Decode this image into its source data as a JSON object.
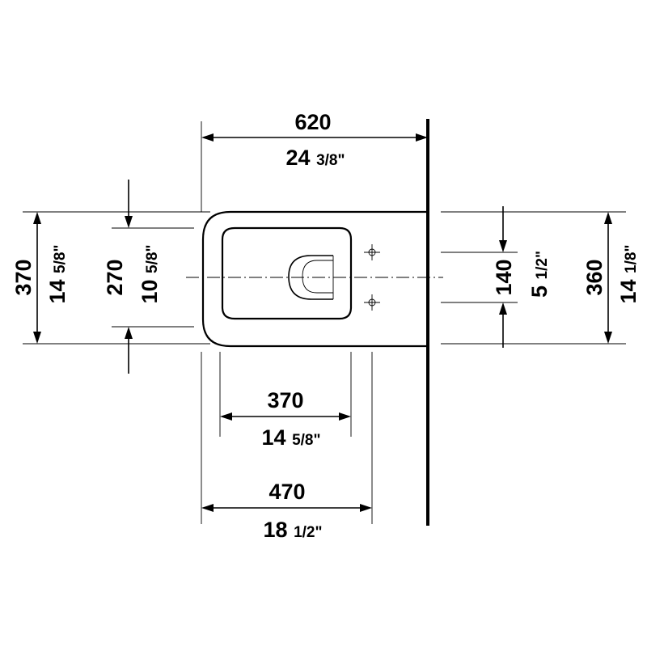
{
  "dimensions": {
    "overall_length": {
      "mm": "620",
      "inch_whole": "24",
      "inch_frac": "3/8\""
    },
    "overall_width": {
      "mm": "370",
      "inch_whole": "14",
      "inch_frac": "5/8\""
    },
    "seat_width": {
      "mm": "270",
      "inch_whole": "10",
      "inch_frac": "5/8\""
    },
    "bolt_spacing": {
      "mm": "140",
      "inch_whole": "5",
      "inch_frac": "1/2\""
    },
    "rear_width": {
      "mm": "360",
      "inch_whole": "14",
      "inch_frac": "1/8\""
    },
    "seat_length": {
      "mm": "370",
      "inch_whole": "14",
      "inch_frac": "5/8\""
    },
    "bowl_length": {
      "mm": "470",
      "inch_whole": "18",
      "inch_frac": "1/2\""
    }
  }
}
